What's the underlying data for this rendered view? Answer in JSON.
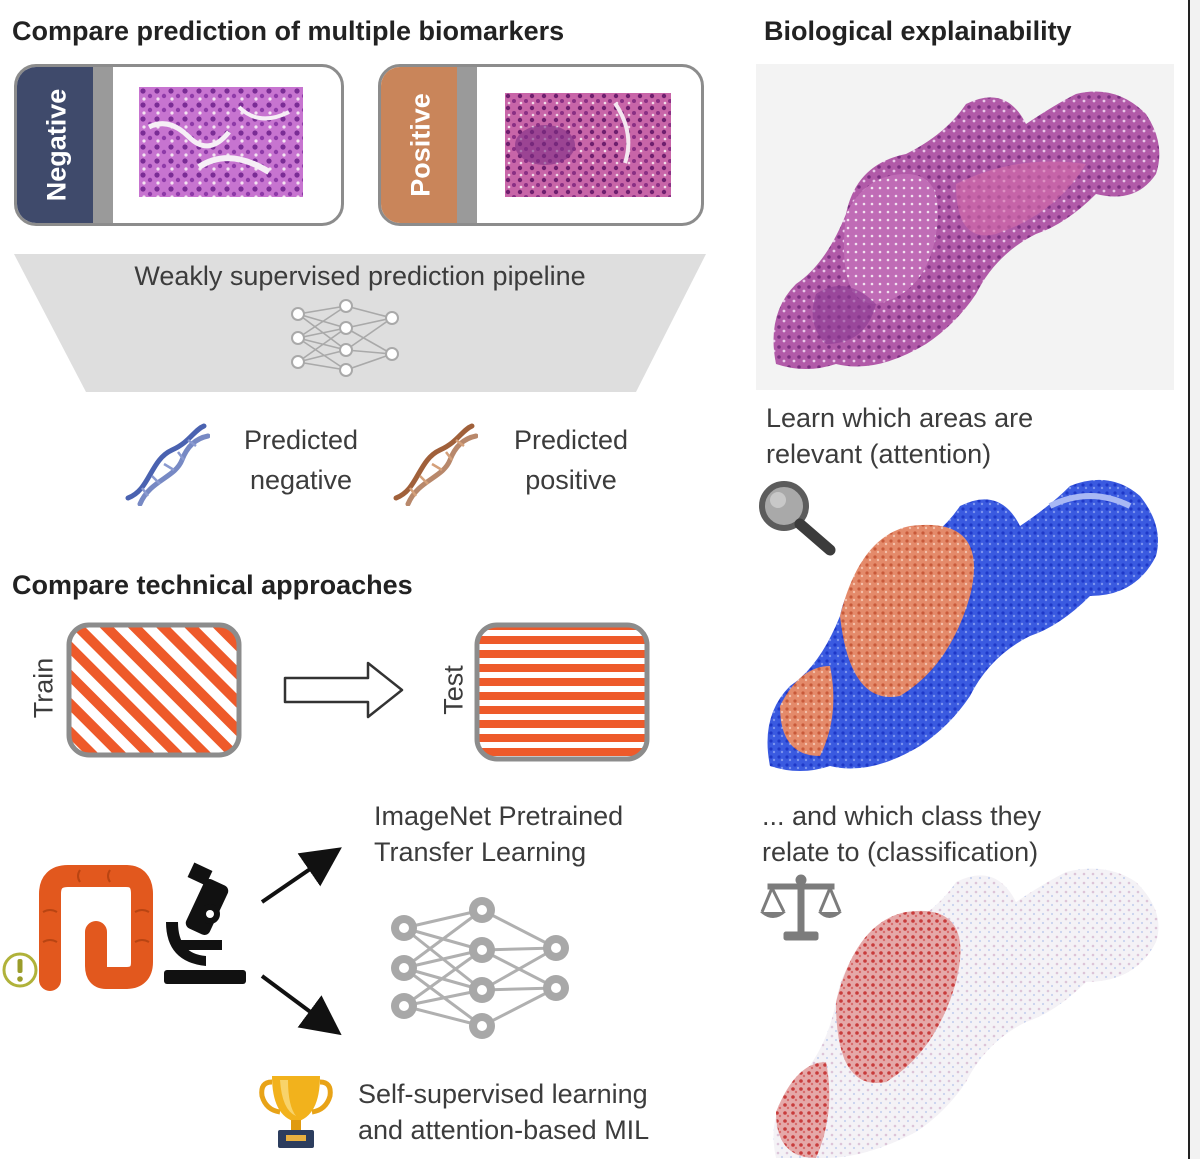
{
  "left": {
    "section1": {
      "title": "Compare prediction of multiple biomarkers",
      "negative_label": "Negative",
      "positive_label": "Positive",
      "pipeline_label": "Weakly supervised prediction pipeline",
      "predicted_negative": [
        "Predicted",
        "negative"
      ],
      "predicted_positive": [
        "Predicted",
        "positive"
      ]
    },
    "section2": {
      "title": "Compare technical approaches",
      "train_label": "Train",
      "test_label": "Test",
      "imagenet": [
        "ImageNet Pretrained",
        "Transfer Learning"
      ],
      "ssl": [
        "Self-supervised learning",
        "and attention-based MIL"
      ]
    }
  },
  "right": {
    "title": "Biological explainability",
    "attention_text": [
      "Learn which areas are",
      "relevant (attention)"
    ],
    "class_text": [
      "... and which class they",
      "relate to (classification)"
    ]
  },
  "colors": {
    "negative": "#3f4a6b",
    "positive": "#c9855a",
    "stripe": "#ee5a2a",
    "dna_negative": "#4a62b0",
    "dna_positive": "#a0603a",
    "colon": "#e2581e",
    "tissue": "#b15aa8",
    "attention_high": "#e06040",
    "attention_low": "#2848d8",
    "classification_red": "#c83c3c"
  },
  "icons": [
    "dna-icon",
    "neural-network-icon",
    "arrow-right-icon",
    "colon-icon",
    "warning-icon",
    "microscope-icon",
    "trophy-icon",
    "magnifier-icon",
    "scale-icon"
  ]
}
